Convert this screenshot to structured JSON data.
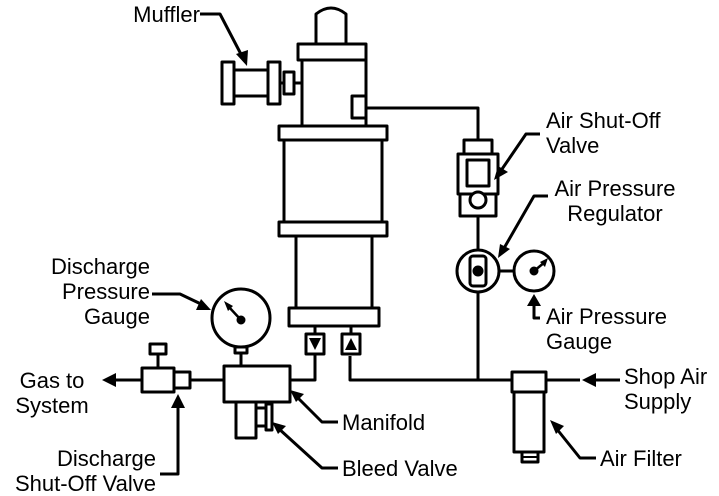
{
  "labels": {
    "muffler": "Muffler",
    "air_shutoff_valve": [
      "Air Shut-Off",
      "Valve"
    ],
    "air_pressure_regulator": [
      "Air Pressure",
      "Regulator"
    ],
    "discharge_pressure_gauge": [
      "Discharge",
      "Pressure",
      "Gauge"
    ],
    "air_pressure_gauge": [
      "Air Pressure",
      "Gauge"
    ],
    "gas_to_system": [
      "Gas to",
      "System"
    ],
    "shop_air_supply": [
      "Shop Air",
      "Supply"
    ],
    "manifold": "Manifold",
    "discharge_shutoff_valve": [
      "Discharge",
      "Shut-Off Valve"
    ],
    "bleed_valve": "Bleed Valve",
    "air_filter": "Air Filter"
  },
  "colors": {
    "line": "#000000",
    "background": "#ffffff"
  }
}
